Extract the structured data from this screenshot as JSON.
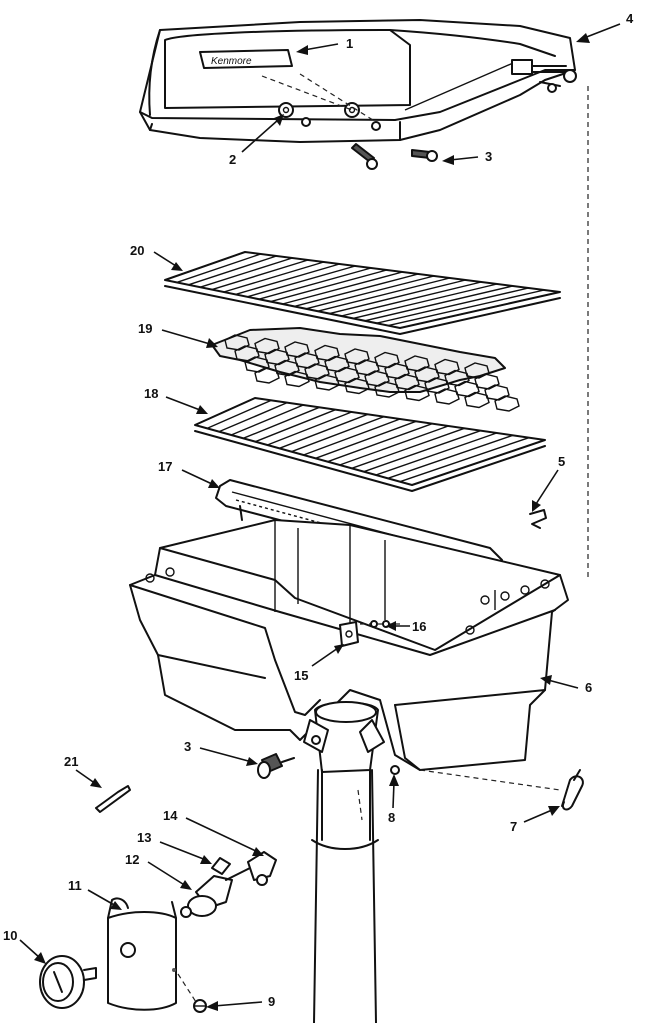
{
  "brand_text": "Kenmore",
  "callouts": [
    {
      "id": "c1",
      "label": "1"
    },
    {
      "id": "c2",
      "label": "2"
    },
    {
      "id": "c3a",
      "label": "3"
    },
    {
      "id": "c4",
      "label": "4"
    },
    {
      "id": "c5",
      "label": "5"
    },
    {
      "id": "c6",
      "label": "6"
    },
    {
      "id": "c7",
      "label": "7"
    },
    {
      "id": "c8",
      "label": "8"
    },
    {
      "id": "c9",
      "label": "9"
    },
    {
      "id": "c10",
      "label": "10"
    },
    {
      "id": "c11",
      "label": "11"
    },
    {
      "id": "c12",
      "label": "12"
    },
    {
      "id": "c13",
      "label": "13"
    },
    {
      "id": "c14",
      "label": "14"
    },
    {
      "id": "c15",
      "label": "15"
    },
    {
      "id": "c16",
      "label": "16"
    },
    {
      "id": "c17",
      "label": "17"
    },
    {
      "id": "c18",
      "label": "18"
    },
    {
      "id": "c19",
      "label": "19"
    },
    {
      "id": "c20",
      "label": "20"
    },
    {
      "id": "c21",
      "label": "21"
    },
    {
      "id": "c3b",
      "label": "3"
    }
  ]
}
